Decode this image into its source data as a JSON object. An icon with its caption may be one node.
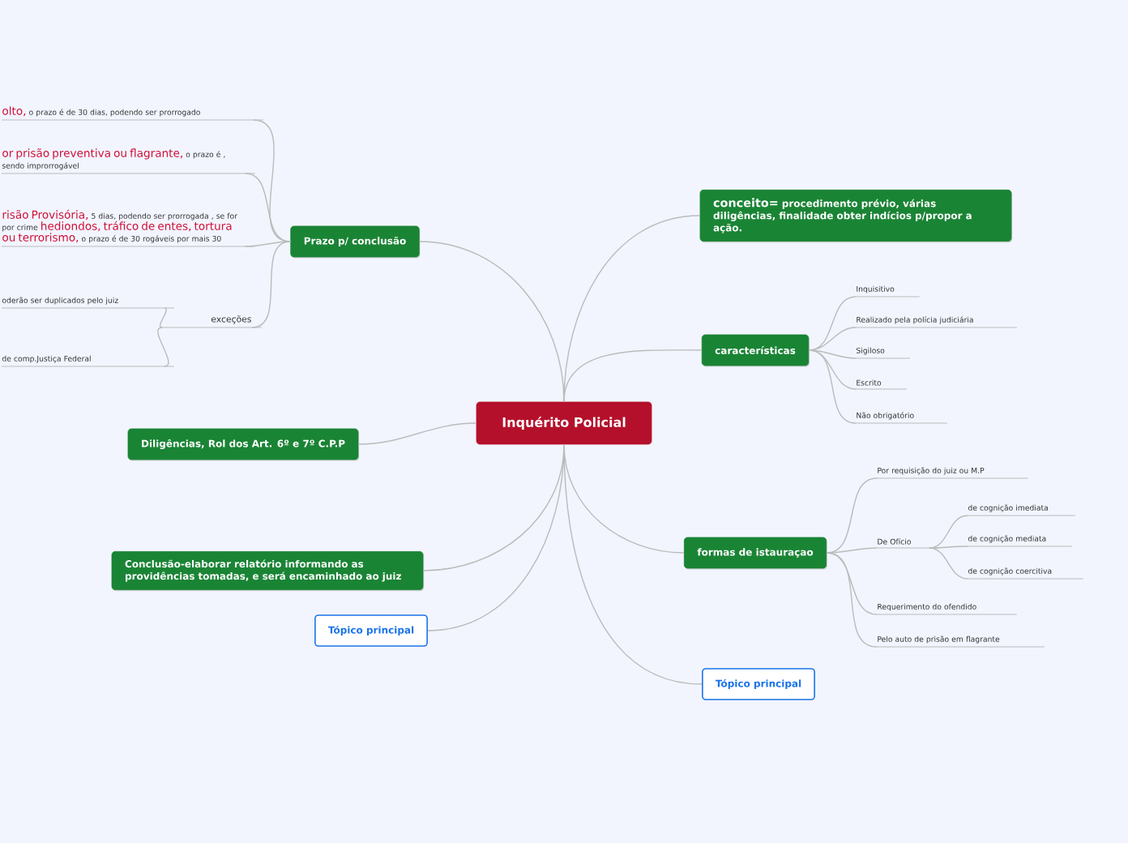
{
  "diagram": {
    "nodes": [
      {
        "text": [
          "Inquérito Policial"
        ]
      },
      {
        "text": [
          "Prazo p/ conclusão"
        ]
      },
      {
        "text": [
          "olto,",
          "o prazo é de 30 dias, podendo ser prorrogado"
        ]
      },
      {
        "text": [
          "or prisão preventiva ou flagrante,",
          "o prazo é , sendo improrrogável"
        ]
      },
      {
        "text": [
          "risão Provisória,",
          "5 dias, podendo ser prorrogada , se for por crime",
          "hediondos, tráfico de entes, tortura ou terrorismo,",
          "o prazo é de 30 rogáveis por mais 30"
        ]
      },
      {
        "text": [
          "exceções"
        ]
      },
      {
        "text": [
          "oderão ser duplicados pelo juiz"
        ]
      },
      {
        "text": [
          "de comp.Justiça Federal"
        ]
      },
      {
        "text": [
          "Diligências, Rol dos Art. 6º e 7º C.P.P"
        ]
      },
      {
        "text": [
          "Conclusão-elaborar relatório informando as providências tomadas, e será encaminhado ao juiz"
        ]
      },
      {
        "text": [
          "Tópico principal"
        ]
      },
      {
        "text": [
          "conceito=",
          "procedimento prévio, várias diligências, finalidade obter indícios p/propor a ação."
        ]
      },
      {
        "text": [
          "características"
        ]
      },
      {
        "text": [
          "Inquisitivo"
        ]
      },
      {
        "text": [
          "Realizado pela polícia judiciária"
        ]
      },
      {
        "text": [
          "Sigiloso"
        ]
      },
      {
        "text": [
          "Escrito"
        ]
      },
      {
        "text": [
          "Não obrigatório"
        ]
      },
      {
        "text": [
          "formas de istauraçao"
        ]
      },
      {
        "text": [
          "Por requisição do juiz ou M.P"
        ]
      },
      {
        "text": [
          "De Ofício"
        ]
      },
      {
        "text": [
          "de cognição imediata"
        ]
      },
      {
        "text": [
          "de cognição mediata"
        ]
      },
      {
        "text": [
          "de cognição coercitiva"
        ]
      },
      {
        "text": [
          "Requerimento do ofendido"
        ]
      },
      {
        "text": [
          "Pelo auto de prisão em flagrante"
        ]
      },
      {
        "text": [
          "Tópico principal"
        ]
      }
    ],
    "edges": [
      {
        "from": 0,
        "to": 1,
        "arrow": "none"
      },
      {
        "from": 1,
        "to": 2,
        "arrow": "none"
      },
      {
        "from": 1,
        "to": 3,
        "arrow": "none"
      },
      {
        "from": 1,
        "to": 4,
        "arrow": "none"
      },
      {
        "from": 1,
        "to": 5,
        "arrow": "none"
      },
      {
        "from": 5,
        "to": 6,
        "arrow": "none"
      },
      {
        "from": 5,
        "to": 7,
        "arrow": "none"
      },
      {
        "from": 0,
        "to": 8,
        "arrow": "none"
      },
      {
        "from": 0,
        "to": 9,
        "arrow": "none"
      },
      {
        "from": 0,
        "to": 10,
        "arrow": "none"
      },
      {
        "from": 0,
        "to": 11,
        "arrow": "none"
      },
      {
        "from": 0,
        "to": 12,
        "arrow": "none"
      },
      {
        "from": 12,
        "to": 13,
        "arrow": "none"
      },
      {
        "from": 12,
        "to": 14,
        "arrow": "none"
      },
      {
        "from": 12,
        "to": 15,
        "arrow": "none"
      },
      {
        "from": 12,
        "to": 16,
        "arrow": "none"
      },
      {
        "from": 12,
        "to": 17,
        "arrow": "none"
      },
      {
        "from": 0,
        "to": 18,
        "arrow": "none"
      },
      {
        "from": 18,
        "to": 19,
        "arrow": "none"
      },
      {
        "from": 18,
        "to": 20,
        "arrow": "none"
      },
      {
        "from": 20,
        "to": 21,
        "arrow": "none"
      },
      {
        "from": 20,
        "to": 22,
        "arrow": "none"
      },
      {
        "from": 20,
        "to": 23,
        "arrow": "none"
      },
      {
        "from": 18,
        "to": 24,
        "arrow": "none"
      },
      {
        "from": 18,
        "to": 25,
        "arrow": "none"
      },
      {
        "from": 0,
        "to": 26,
        "arrow": "none"
      }
    ]
  }
}
